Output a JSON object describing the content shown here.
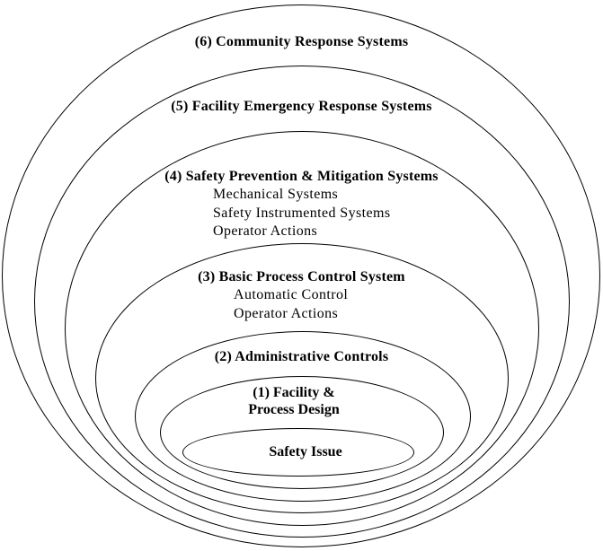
{
  "colors": {
    "background": "#ffffff",
    "line": "#000000",
    "text": "#000000"
  },
  "diagram": {
    "type": "nested-ellipse-layers",
    "layers": [
      {
        "level": 6,
        "label": "(6) Community Response Systems",
        "sub": []
      },
      {
        "level": 5,
        "label": "(5) Facility Emergency Response Systems",
        "sub": []
      },
      {
        "level": 4,
        "label": "(4) Safety Prevention & Mitigation Systems",
        "sub": [
          "Mechanical Systems",
          "Safety Instrumented Systems",
          "Operator Actions"
        ]
      },
      {
        "level": 3,
        "label": "(3) Basic Process Control System",
        "sub": [
          "Automatic Control",
          "Operator Actions"
        ]
      },
      {
        "level": 2,
        "label": "(2) Administrative Controls",
        "sub": []
      },
      {
        "level": 1,
        "label_line1": "(1) Facility &",
        "label_line2": "Process Design",
        "sub": []
      },
      {
        "level": 0,
        "label": "Safety Issue",
        "sub": []
      }
    ]
  }
}
